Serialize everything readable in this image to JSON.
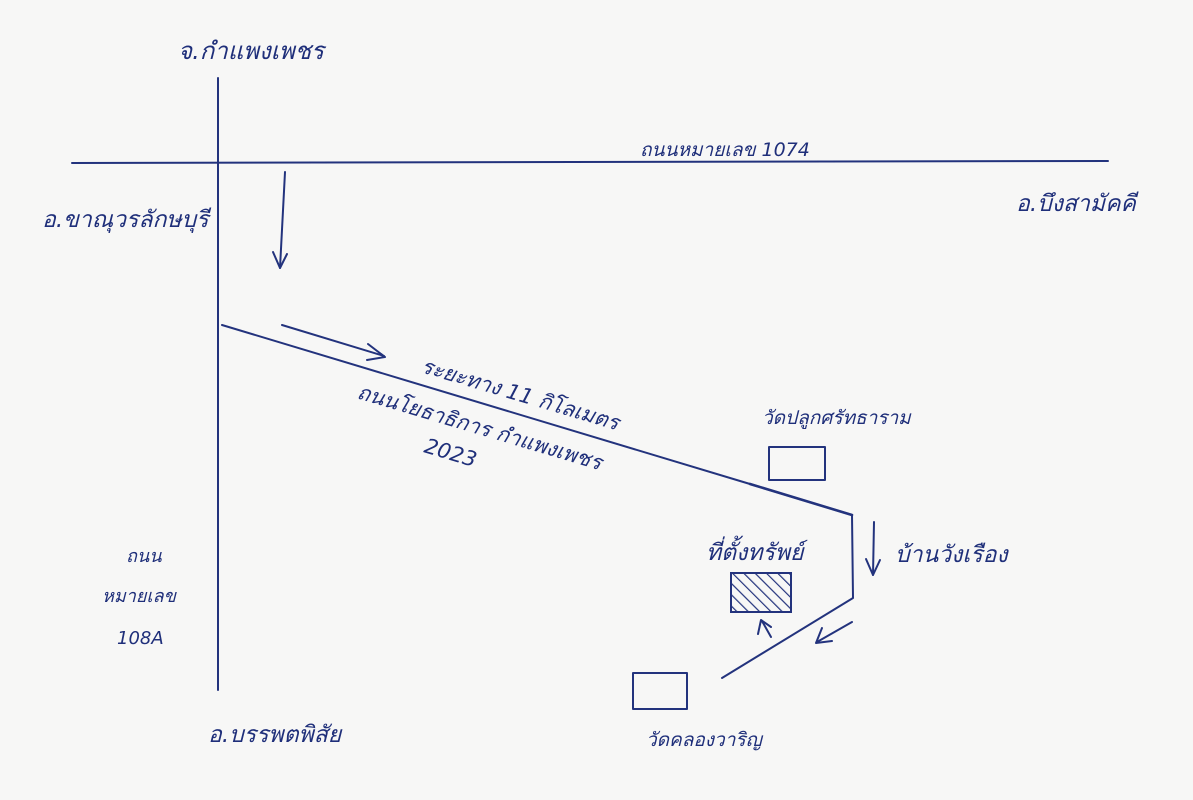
{
  "labels": {
    "north": "จ.กำแพงเพชร",
    "road_1074": "ถนนหมายเลข 1074",
    "west": "อ.ขาณุวรลักษบุรี",
    "east": "อ.บึงสามัคคี",
    "distance": "ระยะทาง 11 กิโลเมตร",
    "road_name": "ถนนโยธาธิการ กำแพงเพชร",
    "road_number": "2023",
    "temple_north": "วัดปลูกศรัทธาราม",
    "property": "ที่ตั้งทรัพย์",
    "village": "บ้านวังเรือง",
    "road_108a_line1": "ถนน",
    "road_108a_line2": "หมายเลข",
    "road_108a_line3": "108A",
    "south": "อ.บรรพตพิสัย",
    "temple_south": "วัดคลองวาริญ"
  },
  "colors": {
    "ink": "#23337d",
    "paper": "#f7f7f6"
  }
}
